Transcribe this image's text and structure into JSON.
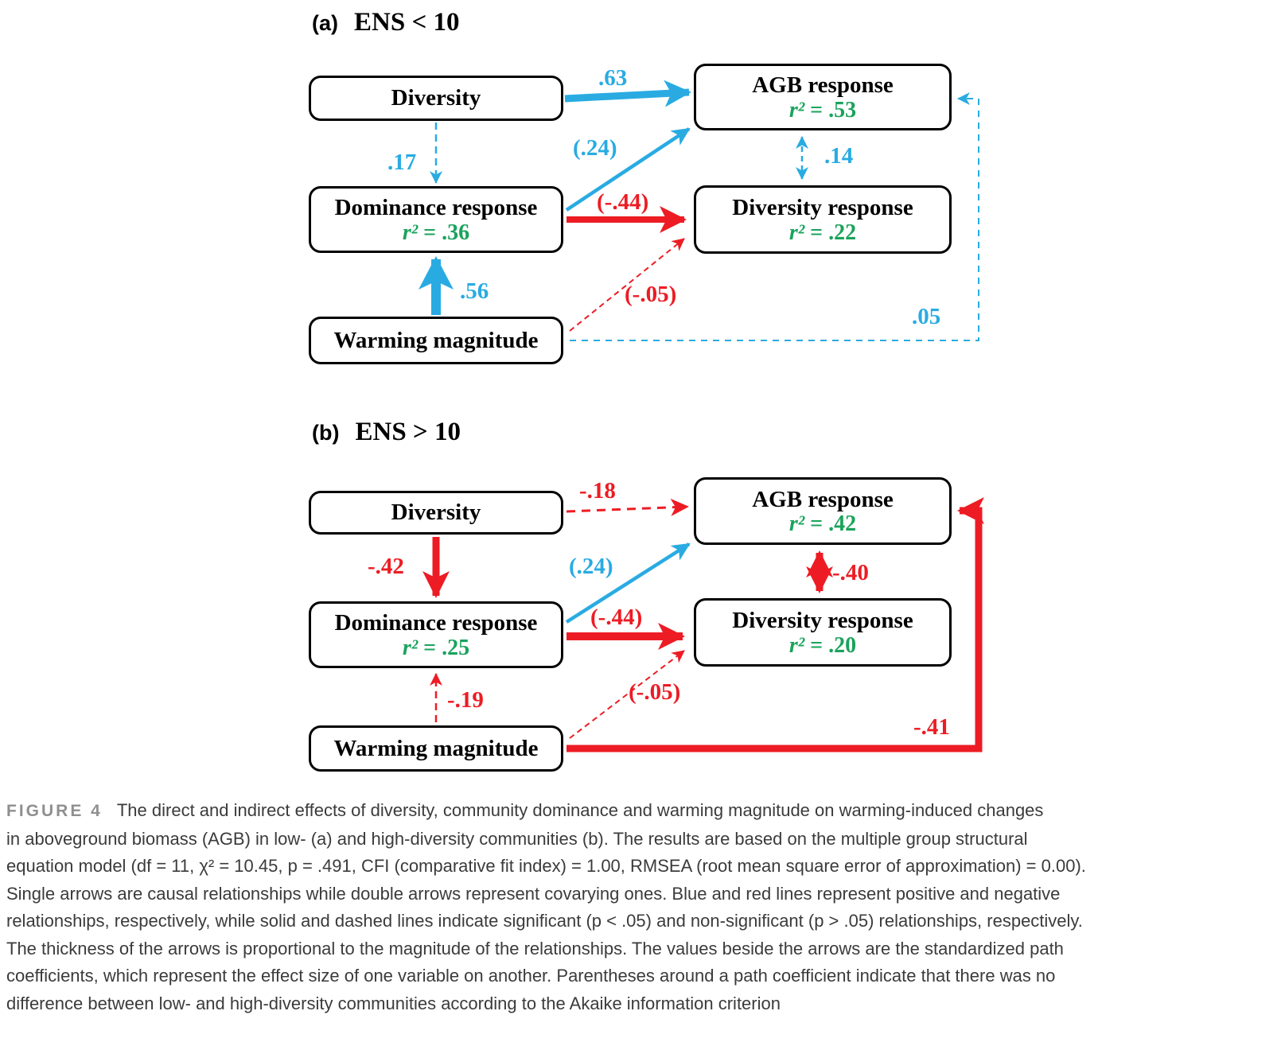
{
  "colors": {
    "positive_blue": "#29abe2",
    "negative_red": "#ed1c24",
    "r2_green": "#1aa35c"
  },
  "panel_a": {
    "tag": "(a)",
    "title": "ENS < 10",
    "boxes": {
      "diversity": {
        "label": "Diversity"
      },
      "agb_response": {
        "label": "AGB response",
        "r2": "r²",
        "r2_eq": "= .53"
      },
      "dominance_response": {
        "label": "Dominance response",
        "r2": "r²",
        "r2_eq": "= .36"
      },
      "diversity_response": {
        "label": "Diversity response",
        "r2": "r²",
        "r2_eq": "= .22"
      },
      "warming_magnitude": {
        "label": "Warming magnitude"
      }
    },
    "paths": {
      "diversity_to_agb": ".63",
      "diversity_to_dominance": ".17",
      "dominance_to_agb": "(.24)",
      "dominance_to_diversity_response": "(-.44)",
      "warming_to_dominance": ".56",
      "warming_to_diversity_response": "(-.05)",
      "agb_cov_diversity_response": ".14",
      "warming_to_agb": ".05"
    }
  },
  "panel_b": {
    "tag": "(b)",
    "title": "ENS > 10",
    "boxes": {
      "diversity": {
        "label": "Diversity"
      },
      "agb_response": {
        "label": "AGB response",
        "r2": "r²",
        "r2_eq": "= .42"
      },
      "dominance_response": {
        "label": "Dominance response",
        "r2": "r²",
        "r2_eq": "= .25"
      },
      "diversity_response": {
        "label": "Diversity response",
        "r2": "r²",
        "r2_eq": "= .20"
      },
      "warming_magnitude": {
        "label": "Warming magnitude"
      }
    },
    "paths": {
      "diversity_to_agb": "-.18",
      "diversity_to_dominance": "-.42",
      "dominance_to_agb": "(.24)",
      "dominance_to_diversity_response": "(-.44)",
      "agb_cov_diversity_response": "-.40",
      "warming_to_dominance": "-.19",
      "warming_to_diversity_response": "(-.05)",
      "warming_to_agb": "-.41"
    }
  },
  "caption": {
    "tag": "FIGURE 4",
    "lines": [
      "The direct and indirect effects of diversity, community dominance and warming magnitude on warming-induced changes",
      "in aboveground biomass (AGB) in low- (a) and high-diversity communities (b). The results are based on the multiple group structural",
      "equation model (df = 11, χ² = 10.45, p = .491, CFI (comparative fit index) = 1.00, RMSEA (root mean square error of approximation) = 0.00).",
      "Single arrows are causal relationships while double arrows represent covarying ones. Blue and red lines represent positive and negative",
      "relationships, respectively, while solid and dashed lines indicate significant (p < .05) and non-significant (p > .05) relationships, respectively.",
      "The thickness of the arrows is proportional to the magnitude of the relationships. The values beside the arrows are the standardized path",
      "coefficients, which represent the effect size of one variable on another. Parentheses around a path coefficient indicate that there was no",
      "difference between low- and high-diversity communities according to the Akaike information criterion"
    ]
  }
}
